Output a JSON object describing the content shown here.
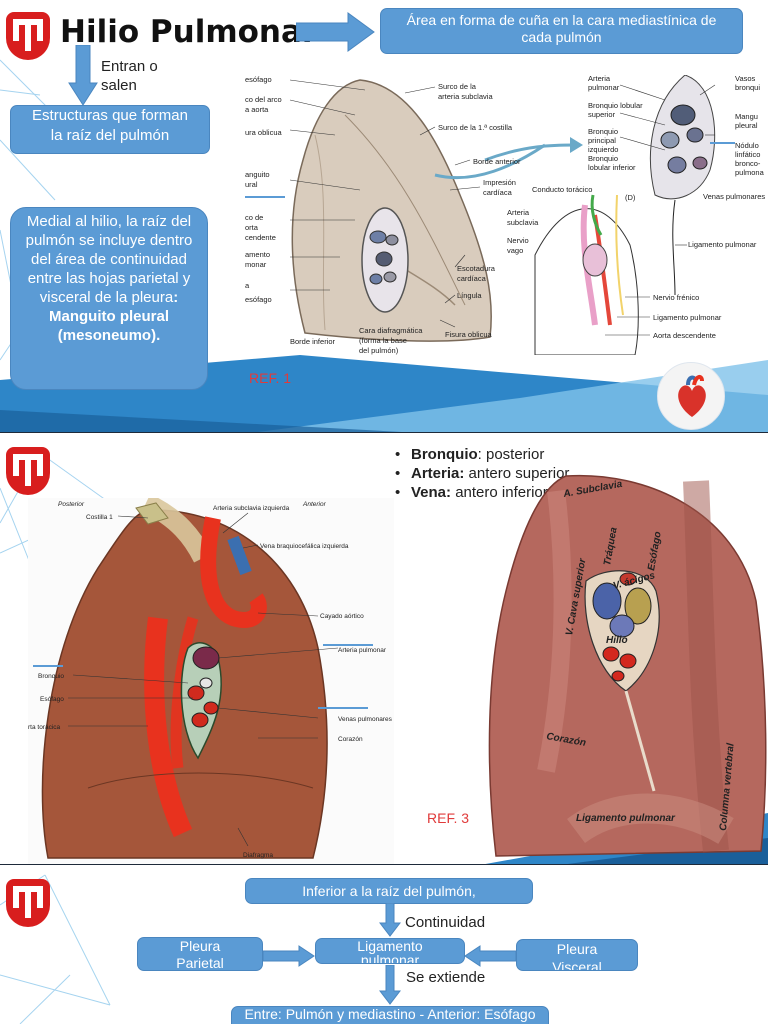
{
  "colors": {
    "accent_blue": "#5b9bd5",
    "brand_red": "#d81e1e",
    "ref_red": "#e03b3b",
    "artery_red": "#e8321e",
    "vein_blue": "#3b6fb0"
  },
  "slide1": {
    "title": "Hilio Pulmonar",
    "box_top_right": "Área en forma de cuña en la cara mediastínica de cada pulmón",
    "arrow_label": "Entran o salen",
    "box_structures": "Estructuras que forman la raíz del pulmón",
    "box_medial_text": "Medial al hilio, la raíz del pulmón se incluye dentro del área de continuidad entre las hojas parietal y visceral de la pleura",
    "box_medial_bold": ": Manguito pleural (mesoneumo).",
    "ref": "REF. 1",
    "fig_labels": {
      "l1": "esófago",
      "l2": "co del arco",
      "l3": "a aorta",
      "l4": "ura oblicua",
      "l5": "anguito",
      "l6": "ural",
      "l7": "co de",
      "l8": "orta",
      "l9": "cendente",
      "l10": "amento",
      "l11": "monar",
      "l12": "a",
      "l13": "esófago",
      "l14": "Borde inferior",
      "r1": "Surco de la",
      "r2": "arteria subclavia",
      "r3": "Surco de la 1.ª costilla",
      "r4": "Borde anterior",
      "r5": "Impresión",
      "r6": "cardíaca",
      "r7": "Escotadura",
      "r8": "cardíaca",
      "r9": "Língula",
      "r10": "Fisura oblicua",
      "b1": "Cara diafragmática",
      "b2": "(forma la base",
      "b3": "del pulmón)",
      "d1": "Arteria",
      "d2": "pulmonar",
      "d3": "Bronquio lobular",
      "d4": "superior",
      "d5": "Bronquio",
      "d6": "principal",
      "d7": "izquierdo",
      "d8": "Bronquio",
      "d9": "lobular inferior",
      "d10": "(D)",
      "d11": "Vasos",
      "d12": "bronqui",
      "d13": "Mangu",
      "d14": "pleural",
      "d15": "Nódulo",
      "d16": "linfático",
      "d17": "bronco-",
      "d18": "pulmona",
      "d19": "Venas pulmonares",
      "c1": "Conducto torácico",
      "c2": "Arteria",
      "c3": "subclavia",
      "c4": "Nervio",
      "c5": "vago",
      "c6": "Ligamento pulmonar",
      "c7": "Nervio frénico",
      "c8": "Ligamento pulmonar",
      "c9": "Aorta descendente"
    }
  },
  "slide2": {
    "bullets": [
      {
        "bold": "Bronquio",
        "rest": ": posterior"
      },
      {
        "bold": "Arteria:",
        "rest": " antero superior"
      },
      {
        "bold": "Vena:",
        "rest": " antero inferior"
      }
    ],
    "ref": "REF. 3",
    "left_fig": {
      "posterior": "Posterior",
      "anterior": "Anterior",
      "costilla": "Costilla 1",
      "art_subclavia": "Arteria subclavia izquierda",
      "vena_braquio": "Vena braquiocefálica izquierda",
      "cayado": "Cayado aórtico",
      "art_pulmonar": "Arteria pulmonar",
      "bronquio": "Bronquio",
      "esofago": "Esófago",
      "aorta_toracica": "rta torácica",
      "venas_pulm": "Venas pulmonares",
      "corazon": "Corazón",
      "diafragma": "Diafragma"
    },
    "right_fig": {
      "subclavia": "A. Subclavia",
      "traquea": "Tráquea",
      "esofago": "Esófago",
      "cava": "V. Cava superior",
      "acigos": "V. ácigos",
      "hilio": "Hilio",
      "corazon": "Corazón",
      "ligamento": "Ligamento pulmonar",
      "columna": "Columna vertebral"
    }
  },
  "slide3": {
    "box_top": "Inferior a la raíz del pulmón,",
    "continuidad": "Continuidad",
    "box_left": "Pleura Parietal",
    "box_center": "Ligamento pulmonar",
    "box_right": "Pleura Visceral",
    "se_extiende": "Se extiende",
    "box_bottom": "Entre: Pulmón y mediastino - Anterior: Esófago"
  }
}
